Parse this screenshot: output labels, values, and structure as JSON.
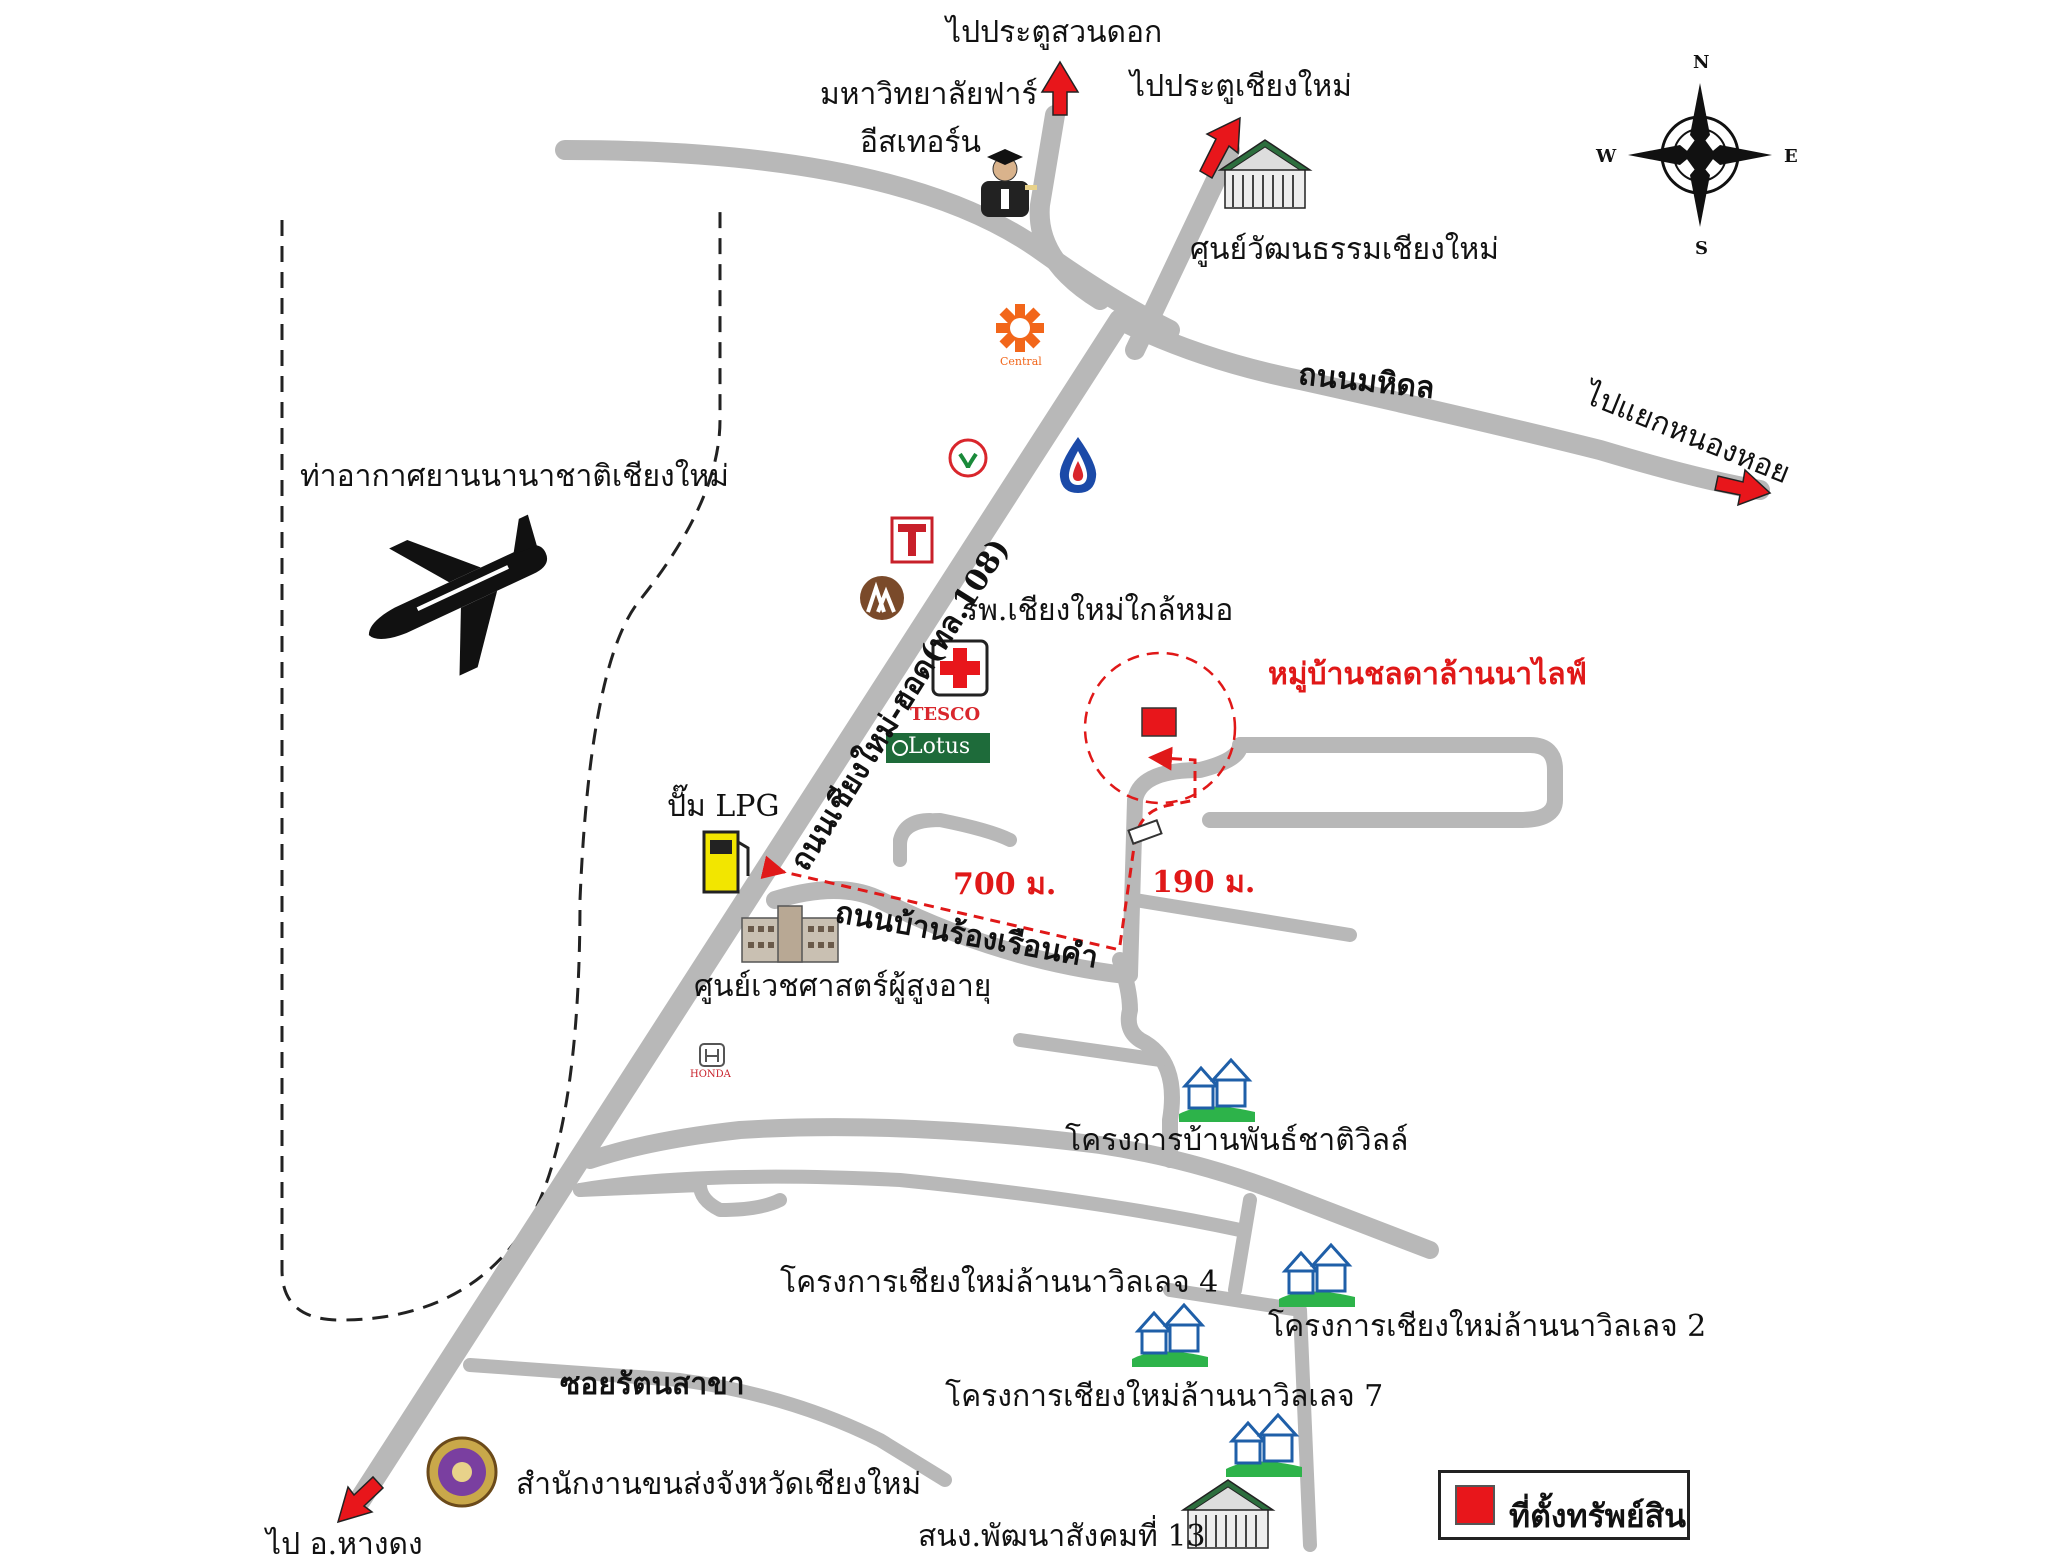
{
  "labels": {
    "to_suan_dok": "ไปประตูสวนดอก",
    "to_chiang_mai_gate": "ไปประตูเชียงใหม่",
    "far_eastern_univ_1": "มหาวิทยาลัยฟาร์",
    "far_eastern_univ_2": "อีสเทอร์น",
    "cultural_center": "ศูนย์วัฒนธรรมเชียงใหม่",
    "mahidol_rd": "ถนนมหิดล",
    "to_nong_hoi": "ไปแยกหนองหอย",
    "airport": "ท่าอากาศยานนานาชาติเชียงใหม่",
    "hospital": "รพ.เชียงใหม่ใกล้หมอ",
    "project_name": "หมู่บ้านชลดาล้านนาไลฟ์",
    "highway": "ถนนเชียงใหม่-ฮอด(ทล.108)",
    "lpg": "ปั๊ม LPG",
    "dist_700": "700 ม.",
    "dist_190": "190 ม.",
    "ban_rong_rd": "ถนนบ้านร้องเรือนคำ",
    "geriatric": "ศูนย์เวชศาสตร์ผู้สูงอายุ",
    "phanchati_ville": "โครงการบ้านพันธ์ชาติวิลล์",
    "lanna_ville_4": "โครงการเชียงใหม่ล้านนาวิลเลจ 4",
    "lanna_ville_2": "โครงการเชียงใหม่ล้านนาวิลเลจ 2",
    "lanna_ville_7": "โครงการเชียงใหม่ล้านนาวิลเลจ 7",
    "soi_rattana": "ซอยรัตนสาขา",
    "transport_office": "สำนักงานขนส่งจังหวัดเชียงใหม่",
    "social_dev": "สนง.พัฒนาสังคมที่ 13",
    "to_hang_dong": "ไป อ.หางดง",
    "tesco": "TESCO",
    "lotus": "Lotus",
    "central": "Central",
    "honda": "HONDA"
  },
  "compass": {
    "n": "N",
    "s": "S",
    "e": "E",
    "w": "W"
  },
  "legend": {
    "text": "ที่ตั้งทรัพย์สิน"
  },
  "colors": {
    "road": "#b8b8b8",
    "arrow": "#e8161b",
    "marker": "#e8161b",
    "route": "#e01818",
    "house": "#2db34a",
    "house_roof": "#1f5fa8"
  },
  "icons": [
    "graduate-icon",
    "temple-icon",
    "central-logo",
    "kasikorn-logo",
    "ptt-logo",
    "isuzu-logo",
    "bank-logo",
    "red-cross-icon",
    "tesco-lotus-logo",
    "lpg-pump-icon",
    "hospital-building-icon",
    "honda-logo",
    "house-icon",
    "seal-icon",
    "airplane-icon",
    "compass-icon"
  ]
}
